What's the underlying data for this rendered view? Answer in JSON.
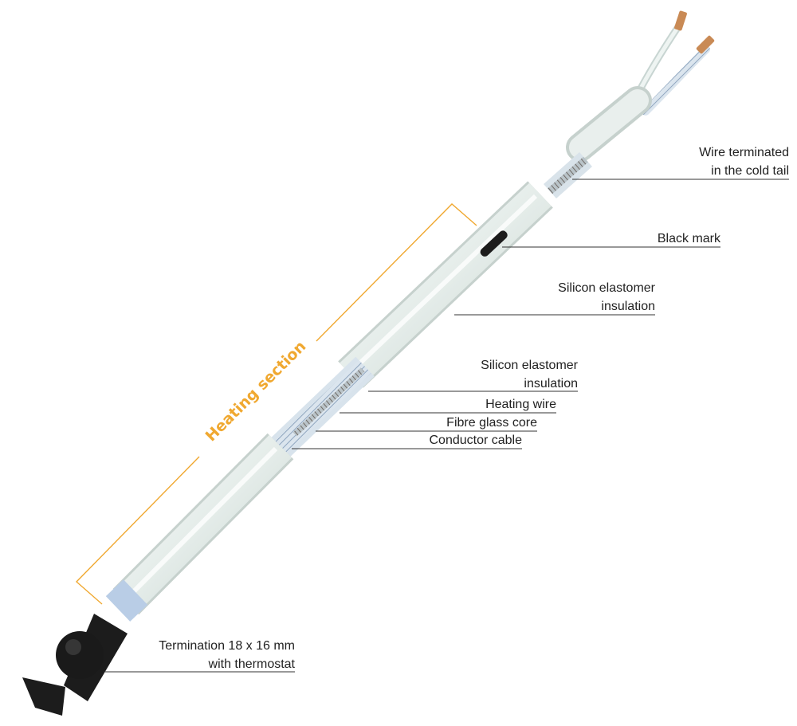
{
  "heating_section_label": "Heating section",
  "labels": {
    "wire_terminated": {
      "line1": "Wire terminated",
      "line2": "in the cold tail"
    },
    "black_mark": "Black mark",
    "silicon_outer": {
      "line1": "Silicon elastomer",
      "line2": "insulation"
    },
    "silicon_inner": {
      "line1": "Silicon elastomer",
      "line2": "insulation"
    },
    "heating_wire": "Heating wire",
    "fibre_glass_core": "Fibre glass core",
    "conductor_cable": "Conductor cable",
    "termination": {
      "line1": "Termination 18 x 16 mm",
      "line2": "with thermostat"
    }
  },
  "colors": {
    "accent": "#f0a830",
    "cable": "#e4ece9",
    "leader": "#333333",
    "copper": "#c98a55",
    "braid": "#9fb4c8",
    "termination": "#1c1c1c"
  }
}
